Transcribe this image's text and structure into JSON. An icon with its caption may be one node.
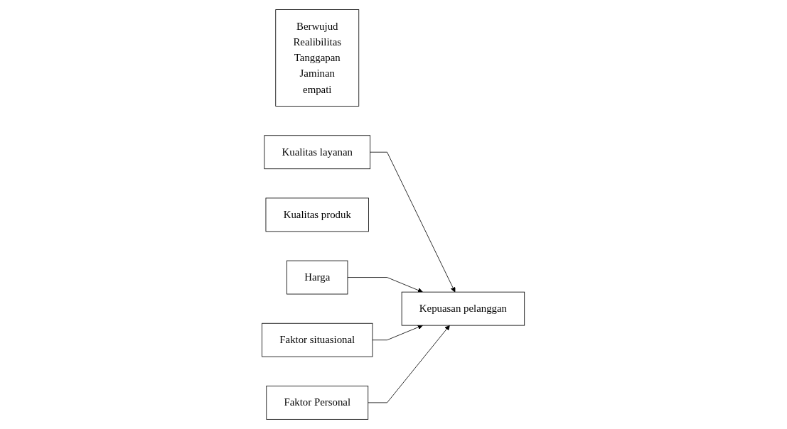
{
  "diagram": {
    "nodes": [
      {
        "text": [
          "Berwujud",
          "Realibilitas",
          "Tanggapan",
          "Jaminan",
          "empati"
        ]
      },
      {
        "text": [
          "Kualitas layanan"
        ]
      },
      {
        "text": [
          "Kualitas produk"
        ]
      },
      {
        "text": [
          "Harga"
        ]
      },
      {
        "text": [
          "Faktor situasional"
        ]
      },
      {
        "text": [
          "Kepuasan pelanggan"
        ]
      },
      {
        "text": [
          "Faktor Personal"
        ]
      }
    ],
    "edges": [
      {
        "from": 1,
        "to": 5,
        "arrow": "to"
      },
      {
        "from": 3,
        "to": 5,
        "arrow": "to"
      },
      {
        "from": 4,
        "to": 5,
        "arrow": "to"
      },
      {
        "from": 6,
        "to": 5,
        "arrow": "to"
      }
    ]
  }
}
